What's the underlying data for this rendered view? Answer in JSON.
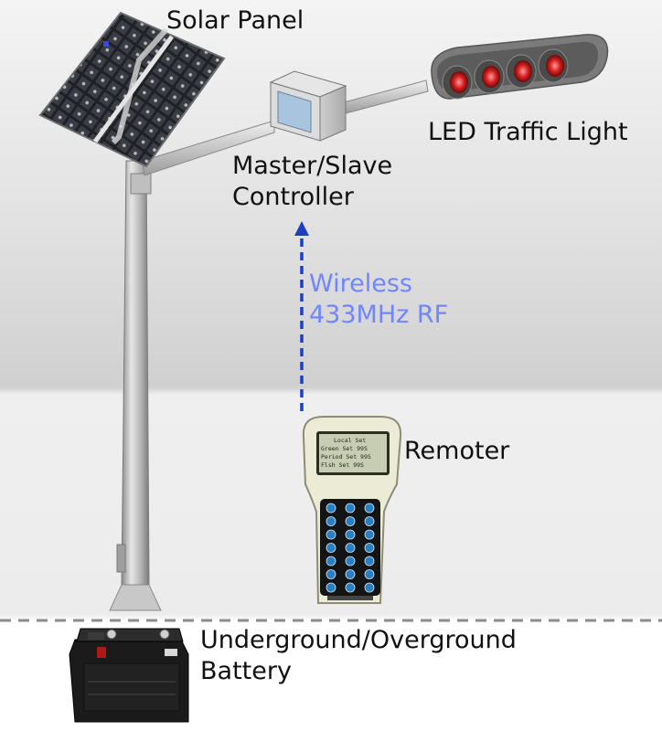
{
  "labels": {
    "solar_panel": "Solar Panel",
    "led_traffic_light": "LED Traffic Light",
    "controller_line1": "Master/Slave",
    "controller_line2": "Controller",
    "wireless_line1": "Wireless",
    "wireless_line2": "433MHz RF",
    "remoter": "Remoter",
    "battery_line1": "Underground/Overground",
    "battery_line2": "Battery"
  },
  "remote_screen": {
    "line1": "Local Set",
    "line2": "Green Set 99S",
    "line3": "Period Set 99S",
    "line4": "Flsh Set 99S"
  },
  "colors": {
    "rf_text": "#6f86ff",
    "rf_arrow": "#1f3fbf",
    "led_lamp": "#d62020",
    "battery_body": "#1b1b1b",
    "remote_body": "#ecebd6",
    "remote_keypad": "#141414",
    "remote_key": "#2a7fc0"
  }
}
